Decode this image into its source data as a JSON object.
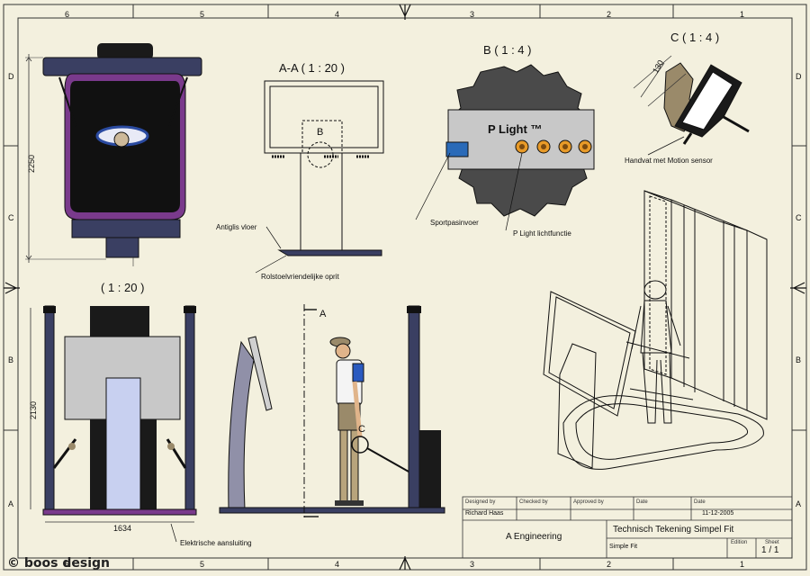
{
  "border": {
    "top_numbers": [
      "6",
      "5",
      "4",
      "3",
      "2",
      "1"
    ],
    "bottom_numbers": [
      "6",
      "5",
      "4",
      "3",
      "2",
      "1"
    ],
    "side_letters": [
      "D",
      "C",
      "B",
      "A"
    ]
  },
  "views": {
    "section_aa": "A-A  ( 1 : 20 )",
    "detail_b": "B  ( 1 : 4 )",
    "detail_c": "C  ( 1 : 4 )",
    "front_scale": "( 1 : 20 )",
    "marker_b": "B",
    "marker_c": "C",
    "marker_a": "A"
  },
  "dimensions": {
    "top_height": "2250",
    "front_height": "2130",
    "front_width": "1634",
    "handle": "130"
  },
  "callouts": {
    "antiglis": "Antiglis vloer",
    "rolstoel": "Rolstoelvriendelijke oprit",
    "sportpas": "Sportpasinvoer",
    "plight_func": "P Light lichtfunctie",
    "handvat": "Handvat met Motion sensor",
    "elektrisch": "Elektrische aansluiting",
    "plight_brand": "P Light ™"
  },
  "title_block": {
    "designed_by_label": "Designed by",
    "designed_by": "Richard Haas",
    "checked_by_label": "Checked by",
    "approved_by_label": "Approved by",
    "date_label": "Date",
    "date_label_2": "Date",
    "date": "11-12-2005",
    "company": "A Engineering",
    "title": "Technisch Tekening Simpel Fit",
    "subtitle": "Simple Fit",
    "edition_label": "Edition",
    "sheet_label": "Sheet",
    "sheet": "1 / 1"
  },
  "copyright": "© boos design",
  "colors": {
    "paper": "#f3f0de",
    "line": "#111111",
    "navy": "#3a3f62",
    "purple": "#7a3a8c",
    "grey_panel": "#c8c8c8",
    "orange": "#e89a28"
  }
}
